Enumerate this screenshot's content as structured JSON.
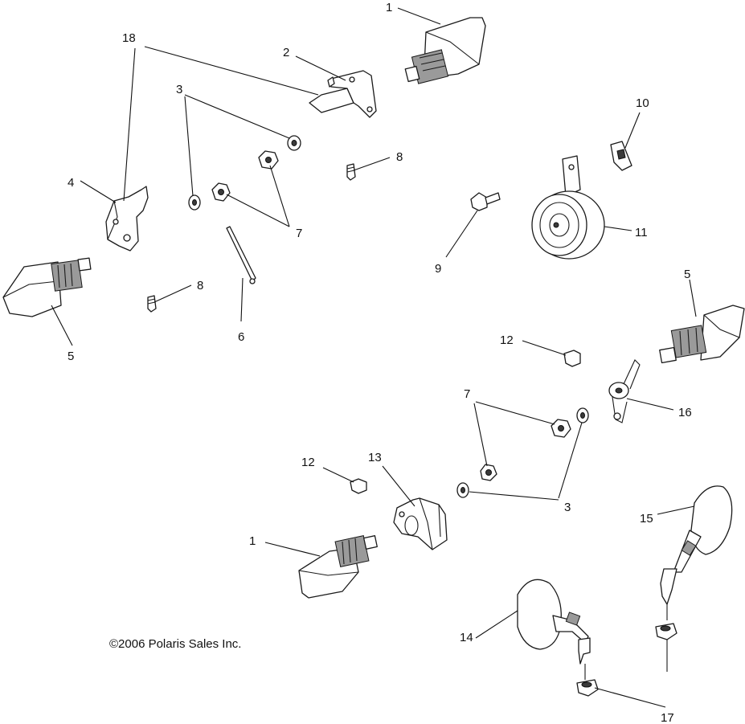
{
  "callouts": {
    "c1_top": "1",
    "c1_bottom": "1",
    "c2": "2",
    "c3_top": "3",
    "c3_bottom": "3",
    "c4": "4",
    "c5_left": "5",
    "c5_right": "5",
    "c6": "6",
    "c7_top": "7",
    "c7_bottom": "7",
    "c8_top": "8",
    "c8_left": "8",
    "c9": "9",
    "c10": "10",
    "c11": "11",
    "c12_right": "12",
    "c12_left": "12",
    "c13": "13",
    "c14": "14",
    "c15": "15",
    "c16": "16",
    "c17": "17",
    "c18": "18"
  },
  "copyright": "©2006 Polaris Sales Inc."
}
